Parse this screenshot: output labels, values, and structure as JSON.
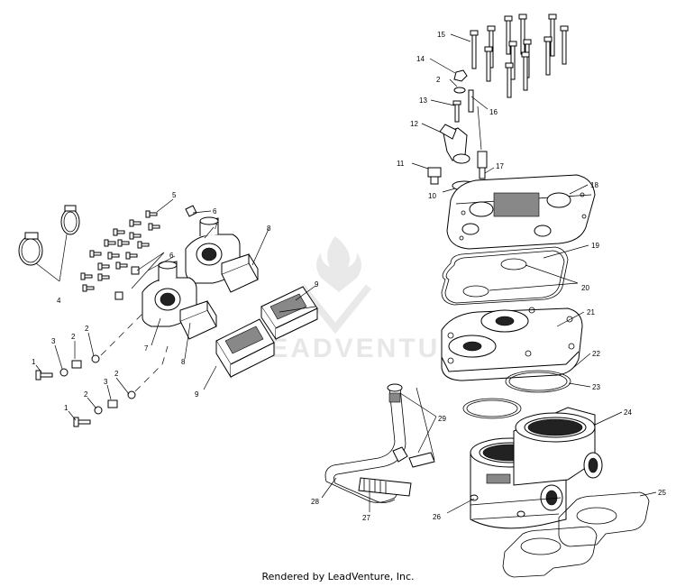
{
  "watermark": {
    "text": "LEADVENTURE"
  },
  "footer": {
    "text": "Rendered by LeadVenture, Inc."
  },
  "callouts": [
    "1",
    "2",
    "3",
    "4",
    "5",
    "6",
    "7",
    "8",
    "9",
    "10",
    "11",
    "12",
    "13",
    "14",
    "15",
    "16",
    "17",
    "18",
    "19",
    "20",
    "21",
    "22",
    "23",
    "24",
    "25",
    "26",
    "27",
    "28",
    "29"
  ]
}
